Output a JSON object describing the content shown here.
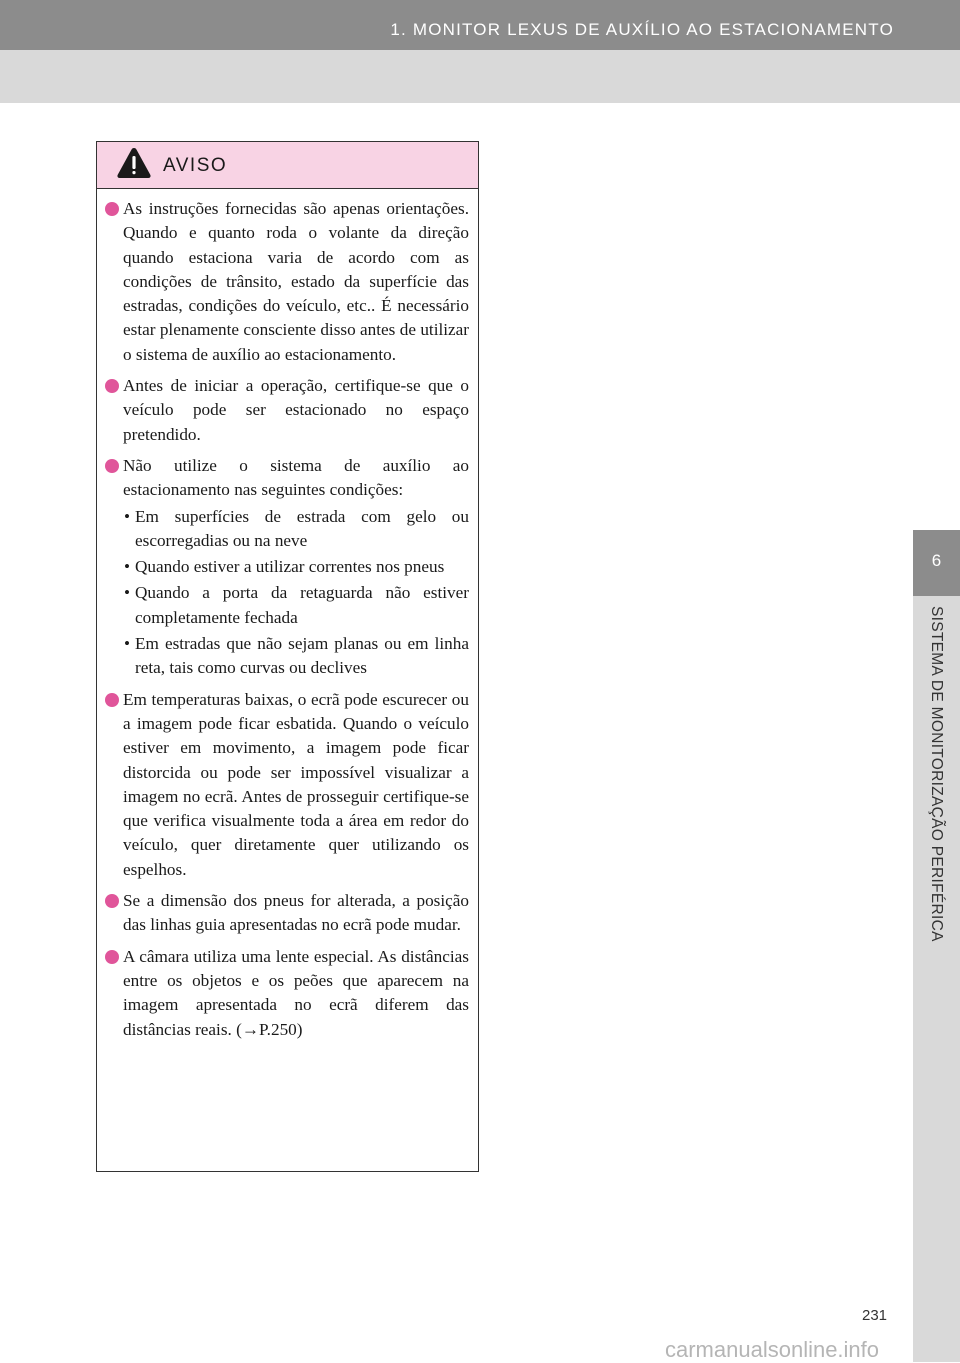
{
  "header": {
    "title": "1. MONITOR LEXUS DE AUXÍLIO AO ESTACIONAMENTO"
  },
  "side_tab": {
    "number": "6",
    "label": "SISTEMA DE MONITORIZAÇÃO PERIFÉRICA"
  },
  "warning": {
    "title": "AVISO",
    "icon": "warning-triangle-icon",
    "accent_color": "#e0559a",
    "header_color": "#f8d3e4",
    "items": [
      {
        "text": "As instruções fornecidas são apenas orientações. Quando e quanto roda o volante da direção quando estaciona varia de acordo com as condições de trânsito, estado da superfície das estradas, condições do veículo, etc.. É necessário estar plenamente consciente disso antes de utilizar o sistema de auxílio ao estacionamento."
      },
      {
        "text": "Antes de iniciar a operação, certifique-se que o veículo pode ser estacionado no espaço pretendido."
      },
      {
        "text": "Não utilize o sistema de auxílio ao estacionamento nas seguintes condições:"
      },
      {
        "text": "Em temperaturas baixas, o ecrã pode escurecer ou a imagem pode ficar esbatida. Quando o veículo estiver em movimento, a imagem pode ficar distorcida ou pode ser impossível visualizar a imagem no ecrã. Antes de prosseguir certifique-se que verifica visualmente toda a área em redor do veículo, quer diretamente quer utilizando os espelhos."
      },
      {
        "text": "Se a dimensão dos pneus for alterada, a posição das linhas guia apresentadas no ecrã pode mudar."
      },
      {
        "text": "A câmara utiliza uma lente especial. As distâncias entre os objetos e os peões que aparecem na imagem apresentada no ecrã diferem das distâncias reais. (→P.250)"
      }
    ],
    "conditions": [
      "Em superfícies de estrada com gelo ou escorregadias ou na neve",
      "Quando estiver a utilizar correntes nos pneus",
      "Quando a porta da retaguarda não estiver completamente fechada",
      "Em estradas que não sejam planas ou em linha reta, tais como curvas ou declives"
    ]
  },
  "page_number": "231",
  "watermark": "carmanualsonline.info"
}
